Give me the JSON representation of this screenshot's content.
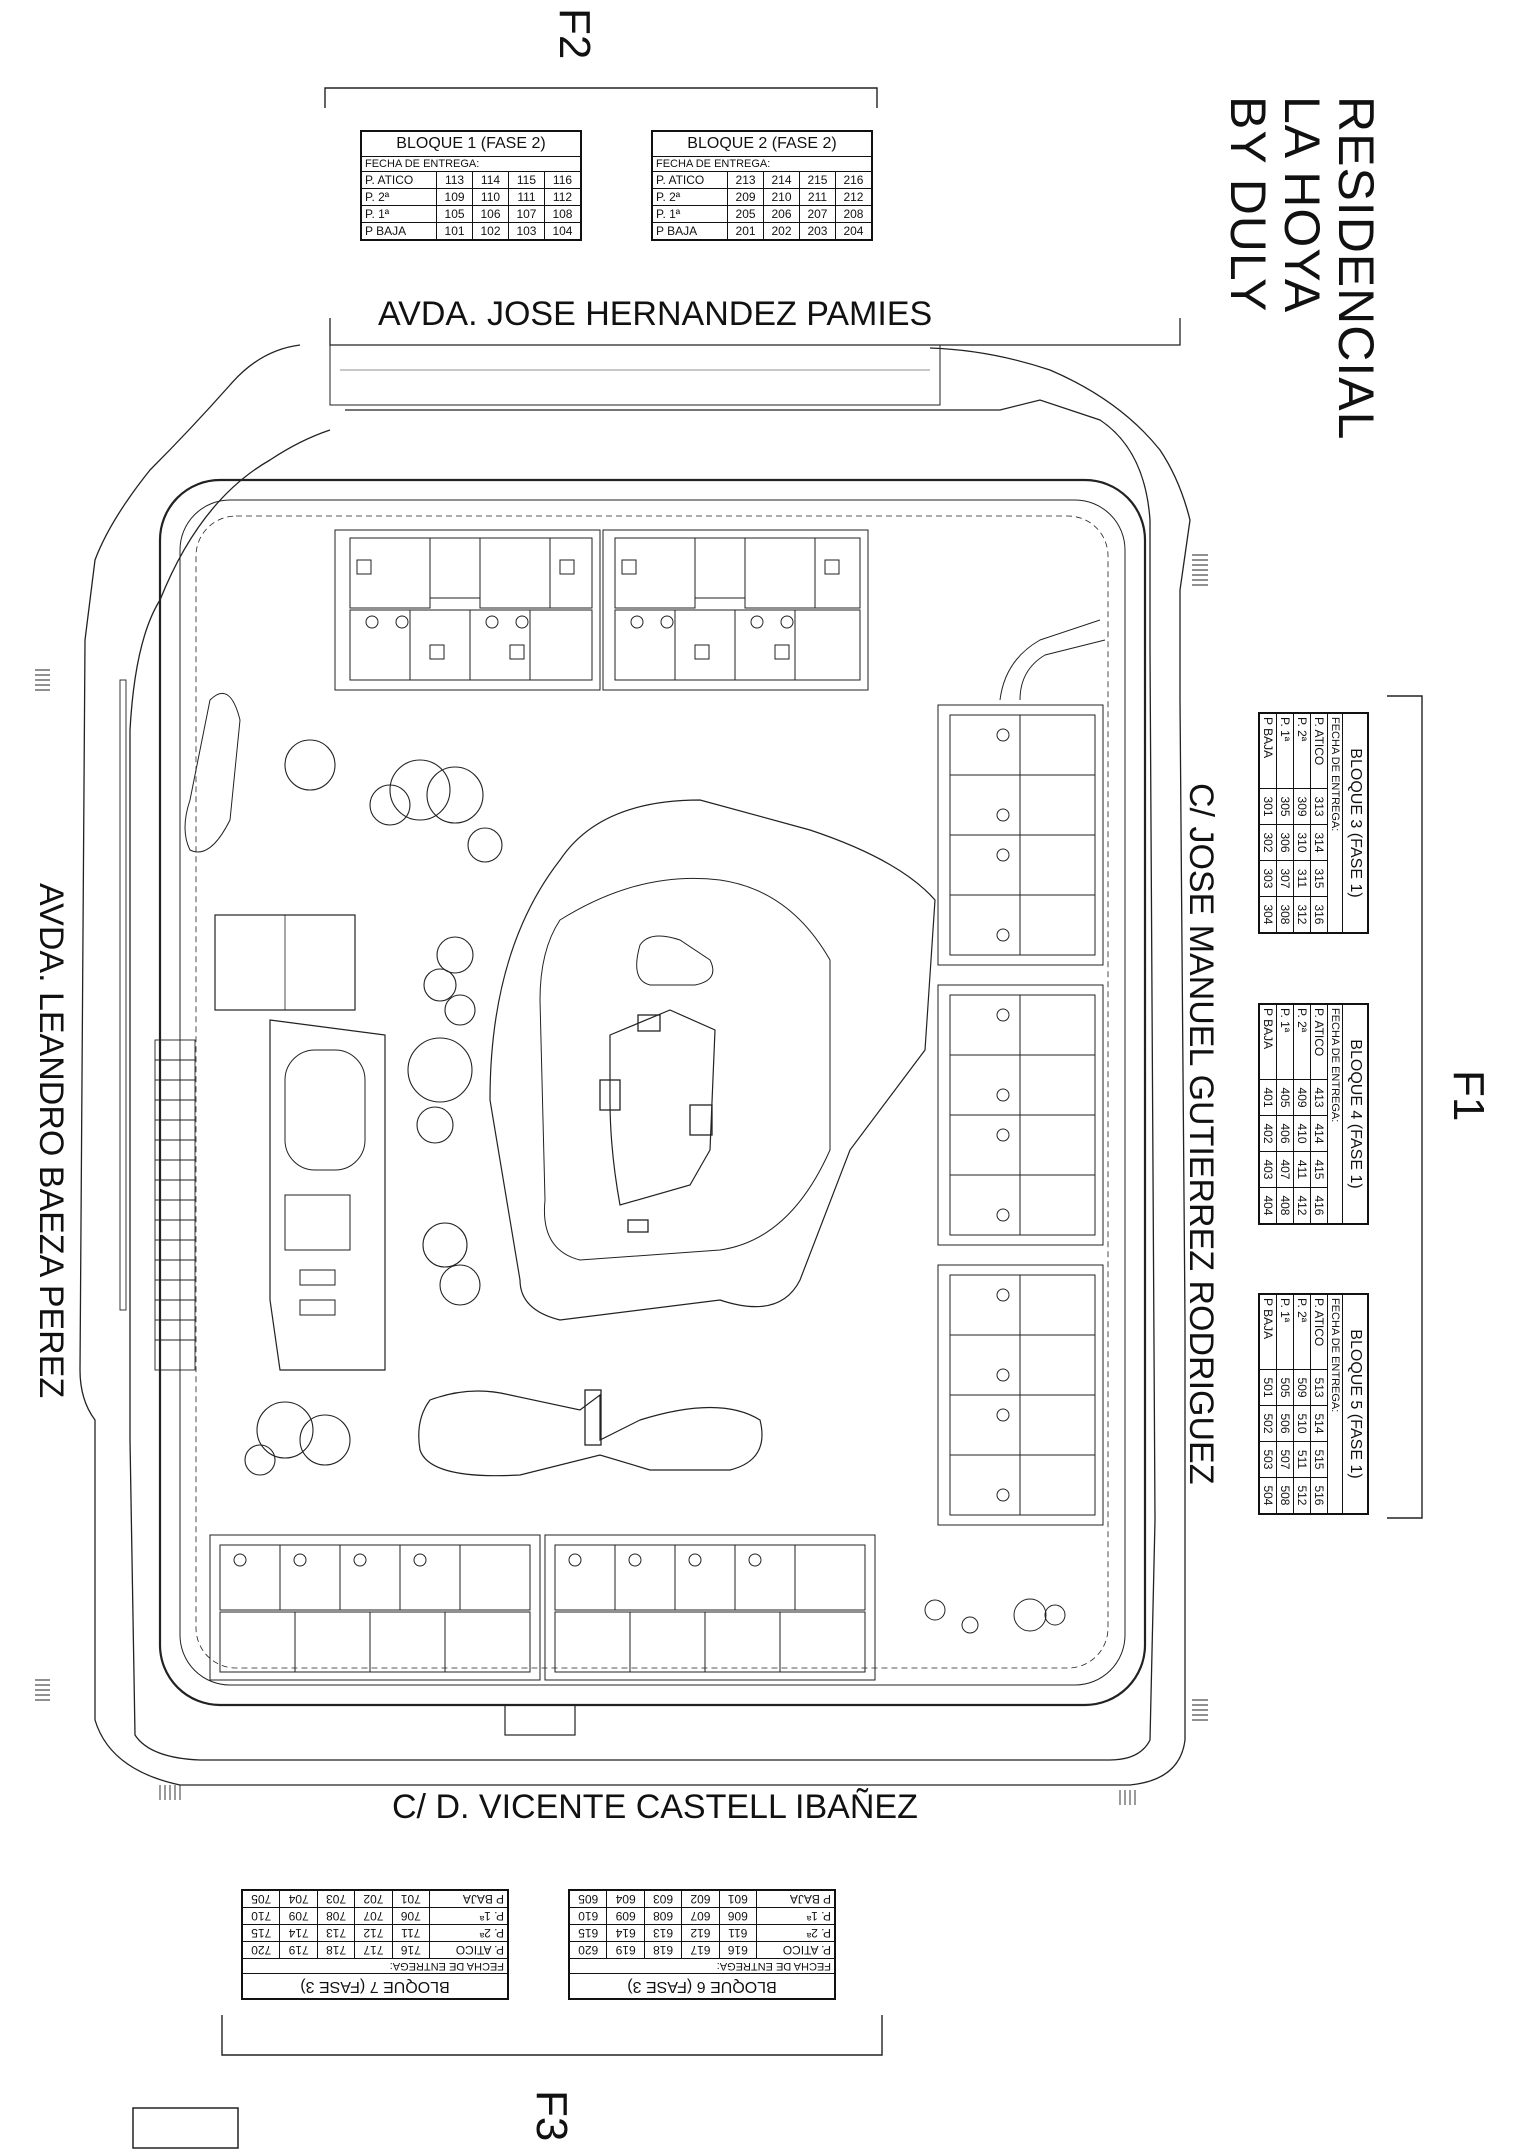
{
  "title": [
    "RESIDENCIAL",
    "LA HOYA",
    "BY DULY"
  ],
  "phases": {
    "f1": "F1",
    "f2": "F2",
    "f3": "F3"
  },
  "streets": {
    "north": "AVDA. JOSE HERNANDEZ PAMIES",
    "east": "C/ JOSE MANUEL GUTIERREZ RODRIGUEZ",
    "south": "C/ D. VICENTE CASTELL IBAÑEZ",
    "west": "AVDA. LEANDRO BAEZA PEREZ"
  },
  "blocks": [
    {
      "id": "b1",
      "title": "BLOQUE 1 (FASE 2)",
      "fecha": "FECHA DE ENTREGA:",
      "rows": [
        {
          "label": "P. ATICO",
          "units": [
            "113",
            "114",
            "115",
            "116"
          ]
        },
        {
          "label": "P. 2ª",
          "units": [
            "109",
            "110",
            "111",
            "112"
          ]
        },
        {
          "label": "P. 1ª",
          "units": [
            "105",
            "106",
            "107",
            "108"
          ]
        },
        {
          "label": "P BAJA",
          "units": [
            "101",
            "102",
            "103",
            "104"
          ]
        }
      ]
    },
    {
      "id": "b2",
      "title": "BLOQUE 2 (FASE 2)",
      "fecha": "FECHA DE ENTREGA:",
      "rows": [
        {
          "label": "P. ATICO",
          "units": [
            "213",
            "214",
            "215",
            "216"
          ]
        },
        {
          "label": "P. 2ª",
          "units": [
            "209",
            "210",
            "211",
            "212"
          ]
        },
        {
          "label": "P. 1ª",
          "units": [
            "205",
            "206",
            "207",
            "208"
          ]
        },
        {
          "label": "P BAJA",
          "units": [
            "201",
            "202",
            "203",
            "204"
          ]
        }
      ]
    },
    {
      "id": "b3",
      "title": "BLOQUE 3 (FASE 1)",
      "fecha": "FECHA DE ENTREGA:",
      "rows": [
        {
          "label": "P. ATICO",
          "units": [
            "313",
            "314",
            "315",
            "316"
          ]
        },
        {
          "label": "P. 2ª",
          "units": [
            "309",
            "310",
            "311",
            "312"
          ]
        },
        {
          "label": "P. 1ª",
          "units": [
            "305",
            "306",
            "307",
            "308"
          ]
        },
        {
          "label": "P BAJA",
          "units": [
            "301",
            "302",
            "303",
            "304"
          ]
        }
      ]
    },
    {
      "id": "b4",
      "title": "BLOQUE 4 (FASE 1)",
      "fecha": "FECHA DE ENTREGA:",
      "rows": [
        {
          "label": "P. ATICO",
          "units": [
            "413",
            "414",
            "415",
            "416"
          ]
        },
        {
          "label": "P. 2ª",
          "units": [
            "409",
            "410",
            "411",
            "412"
          ]
        },
        {
          "label": "P. 1ª",
          "units": [
            "405",
            "406",
            "407",
            "408"
          ]
        },
        {
          "label": "P BAJA",
          "units": [
            "401",
            "402",
            "403",
            "404"
          ]
        }
      ]
    },
    {
      "id": "b5",
      "title": "BLOQUE 5 (FASE 1)",
      "fecha": "FECHA DE ENTREGA:",
      "rows": [
        {
          "label": "P. ATICO",
          "units": [
            "513",
            "514",
            "515",
            "516"
          ]
        },
        {
          "label": "P. 2ª",
          "units": [
            "509",
            "510",
            "511",
            "512"
          ]
        },
        {
          "label": "P. 1ª",
          "units": [
            "505",
            "506",
            "507",
            "508"
          ]
        },
        {
          "label": "P BAJA",
          "units": [
            "501",
            "502",
            "503",
            "504"
          ]
        }
      ]
    },
    {
      "id": "b6",
      "title": "BLOQUE 6 (FASE 3)",
      "fecha": "FECHA DE ENTREGA:",
      "rows": [
        {
          "label": "P. ATICO",
          "units": [
            "616",
            "617",
            "618",
            "619",
            "620"
          ]
        },
        {
          "label": "P. 2ª",
          "units": [
            "611",
            "612",
            "613",
            "614",
            "615"
          ]
        },
        {
          "label": "P. 1ª",
          "units": [
            "606",
            "607",
            "608",
            "609",
            "610"
          ]
        },
        {
          "label": "P BAJA",
          "units": [
            "601",
            "602",
            "603",
            "604",
            "605"
          ]
        }
      ]
    },
    {
      "id": "b7",
      "title": "BLOQUE 7 (FASE 3)",
      "fecha": "FECHA DE ENTREGA:",
      "rows": [
        {
          "label": "P. ATICO",
          "units": [
            "716",
            "717",
            "718",
            "719",
            "720"
          ]
        },
        {
          "label": "P. 2ª",
          "units": [
            "711",
            "712",
            "713",
            "714",
            "715"
          ]
        },
        {
          "label": "P. 1ª",
          "units": [
            "706",
            "707",
            "708",
            "709",
            "710"
          ]
        },
        {
          "label": "P BAJA",
          "units": [
            "701",
            "702",
            "703",
            "704",
            "705"
          ]
        }
      ]
    }
  ]
}
